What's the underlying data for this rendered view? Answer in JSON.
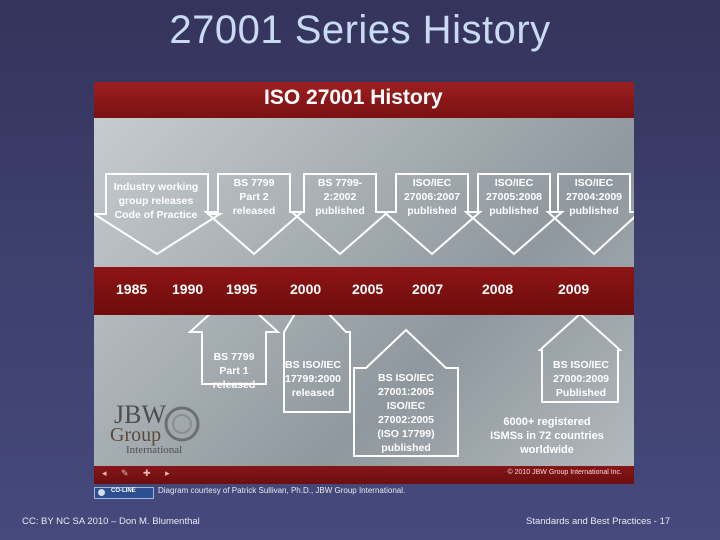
{
  "slide": {
    "title": "27001 Series History",
    "footer_left": "CC: BY NC SA  2010 – Don M. Blumenthal",
    "footer_right": "Standards and Best Practices - 17",
    "credit": "Diagram courtesy of Patrick Sullivan, Ph.D., JBW Group International."
  },
  "diagram": {
    "title": "ISO 27001 History",
    "years": [
      "1985",
      "1990",
      "1995",
      "2000",
      "2005",
      "2007",
      "2008",
      "2009"
    ],
    "top_events": [
      "Industry working\ngroup releases\nCode of Practice",
      "BS 7799\nPart 2\nreleased",
      "BS 7799-\n2:2002\npublished",
      "ISO/IEC\n27006:2007\npublished",
      "ISO/IEC\n27005:2008\npublished",
      "ISO/IEC\n27004:2009\npublished"
    ],
    "bottom_events": [
      "BS 7799\nPart 1\nreleased",
      "BS ISO/IEC\n17799:2000\nreleased",
      "BS ISO/IEC\n27001:2005\nISO/IEC\n27002:2005\n(ISO 17799)\npublished",
      "BS ISO/IEC\n27000:2009\nPublished"
    ],
    "isms_note": "6000+ registered\nISMSs in 72 countries\nworldwide",
    "logo": {
      "line1": "JBW",
      "line2": "Group",
      "line3": "International"
    },
    "copyright": "© 2010 JBW Group International Inc.",
    "badge": "CO-LINE",
    "colors": {
      "header": "#8b1718",
      "timeline": "#7f1010",
      "background": "#3b3d6a",
      "title": "#c9dbf2"
    }
  }
}
